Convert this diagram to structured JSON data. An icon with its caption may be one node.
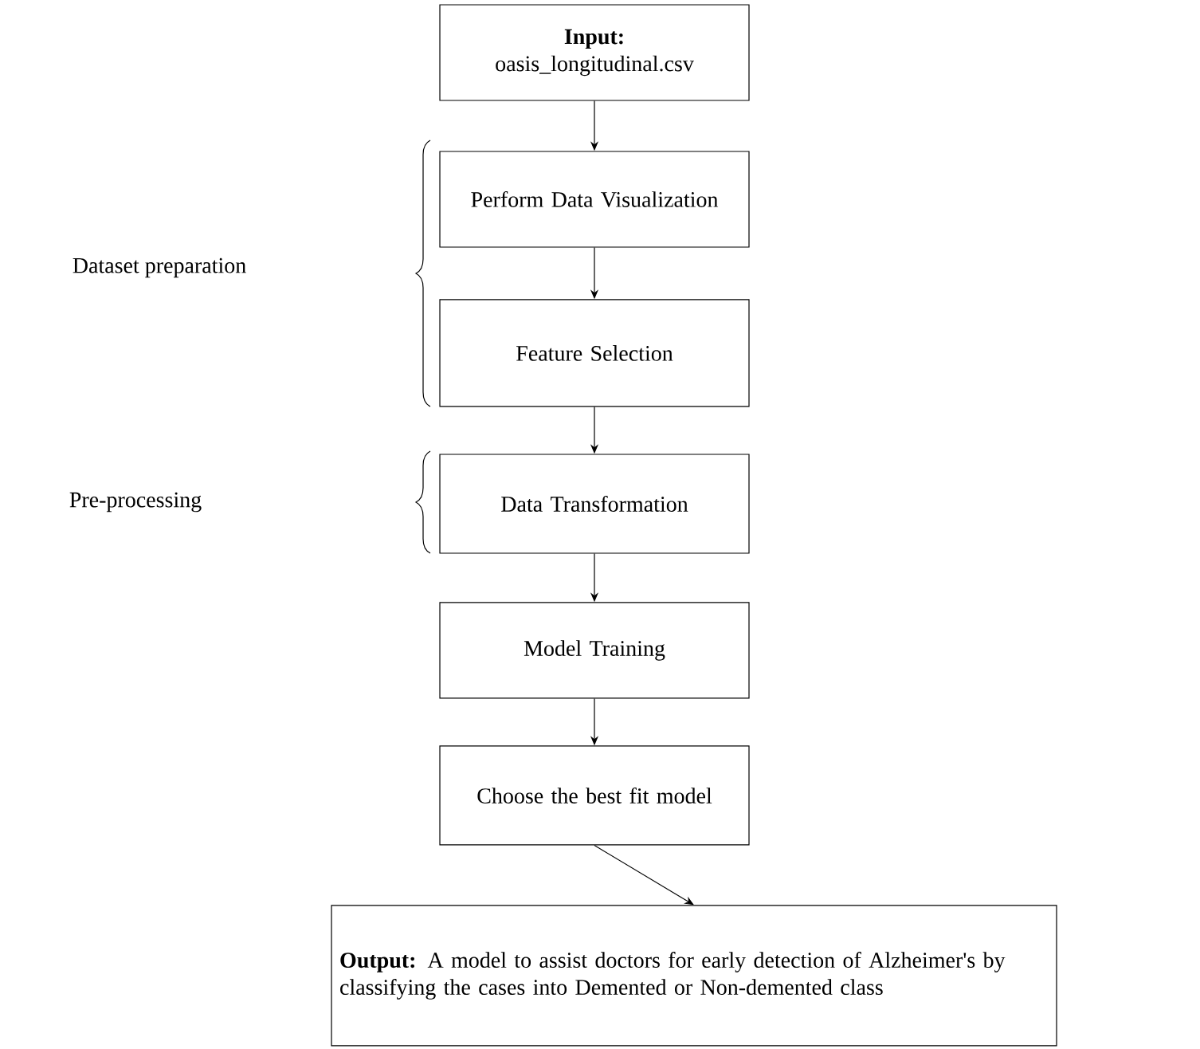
{
  "diagram": {
    "nodes": [
      {
        "text": [
          "Input:",
          "oasis_longitudinal.csv"
        ]
      },
      {
        "text": [
          "Perform Data Visualization"
        ]
      },
      {
        "text": [
          "Feature Selection"
        ]
      },
      {
        "text": [
          "Data Transformation"
        ]
      },
      {
        "text": [
          "Model Training"
        ]
      },
      {
        "text": [
          "Choose the best fit model"
        ]
      },
      {
        "text": [
          "**Output:** A model to assist doctors for early detection of Alzheimer's by classifying the cases into Demented or Non-demented class"
        ]
      }
    ],
    "edges": [
      {
        "from": 0,
        "to": 1,
        "arrow": "to"
      },
      {
        "from": 1,
        "to": 2,
        "arrow": "to"
      },
      {
        "from": 2,
        "to": 3,
        "arrow": "to"
      },
      {
        "from": 3,
        "to": 4,
        "arrow": "to"
      },
      {
        "from": 4,
        "to": 5,
        "arrow": "to"
      },
      {
        "from": 5,
        "to": 6,
        "arrow": "to"
      }
    ],
    "labels": [
      "Dataset preparation",
      "Pre-processing"
    ]
  }
}
